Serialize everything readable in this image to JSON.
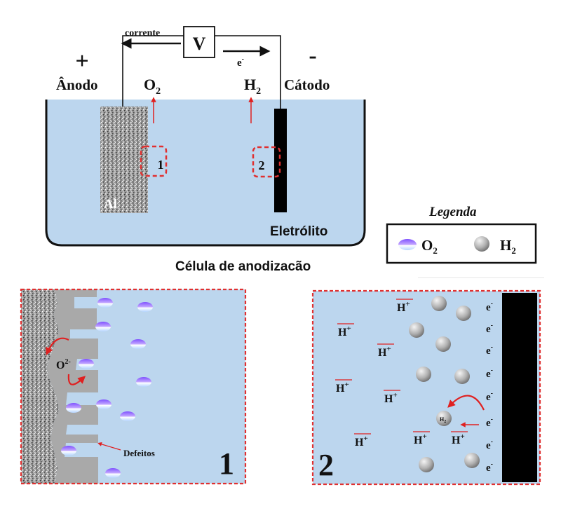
{
  "top": {
    "plus": "+",
    "minus": "-",
    "anode": "Ânodo",
    "cathode": "Cátodo",
    "current": "corrente",
    "voltmeter": "V",
    "electron": "e",
    "electron_sup": "-",
    "o2_base": "O",
    "h2_base": "H",
    "sub2": "2",
    "al": "Al",
    "box1": "1",
    "box2": "2",
    "electrolyte": "Eletrólito",
    "caption": "Célula de anodizacão"
  },
  "legend": {
    "title": "Legenda",
    "o2_base": "O",
    "h2_base": "H",
    "sub": "2"
  },
  "panel1": {
    "o_ion": "O",
    "o_sup": "2-",
    "defects": "Defeitos",
    "number": "1"
  },
  "panel2": {
    "h_ion": "H",
    "h_sup": "+",
    "e": "e",
    "e_sup": "-",
    "h2_small": "H",
    "h2_small_sub": "2",
    "number": "2"
  },
  "colors": {
    "electrolyte": "#bcd6ee",
    "box_dash": "#e03030",
    "arrow_red": "#e02020",
    "oxide": "#a9a9a9",
    "cathode": "#000000"
  }
}
